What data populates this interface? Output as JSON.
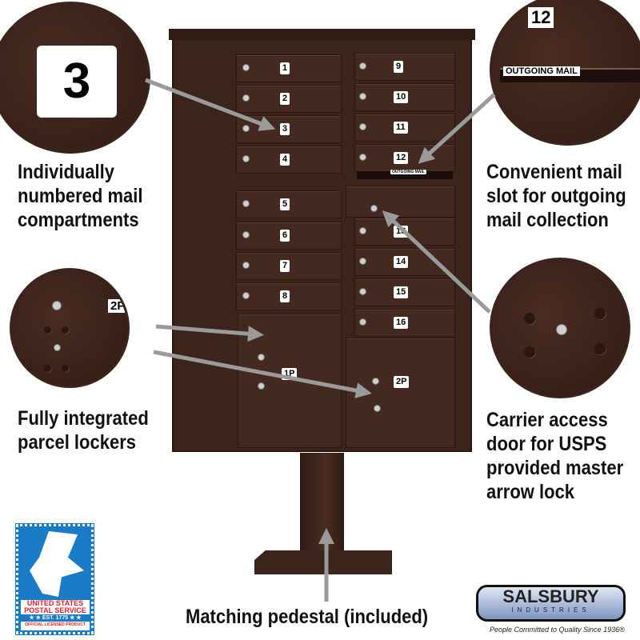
{
  "captions": {
    "numbered": [
      "Individually",
      "numbered mail",
      "compartments"
    ],
    "slot": [
      "Convenient mail",
      "slot for outgoing",
      "mail collection"
    ],
    "parcel": [
      "Fully integrated",
      "parcel lockers"
    ],
    "carrier": [
      "Carrier access",
      "door for USPS",
      "provided master",
      "arrow lock"
    ],
    "pedestal": "Matching pedestal (included)"
  },
  "callouts": {
    "number_tag": "3",
    "parcel_tag": "2P",
    "slot_tag": "12",
    "slot_label": "OUTGOING MAIL"
  },
  "mailbox": {
    "left": [
      "1",
      "2",
      "3",
      "4",
      "5",
      "6",
      "7",
      "8"
    ],
    "right": [
      "9",
      "10",
      "11",
      "12",
      "13",
      "14",
      "15",
      "16"
    ],
    "parcel_left": "1P",
    "parcel_right": "2P",
    "slot_label": "OUTGOING MAIL"
  },
  "logos": {
    "usps": {
      "line1": "UNITED STATES",
      "line2": "POSTAL SERVICE",
      "est": "★ ★ EST. 1775 ★ ★",
      "licensed": "OFFICIAL LICENSED PRODUCT"
    },
    "salsbury": {
      "name": "SALSBURY",
      "sub": "INDUSTRIES",
      "tagline": "People Committed to Quality Since 1936®"
    }
  },
  "colors": {
    "bronze": "#3b241b",
    "usps_blue": "#1a7bc6",
    "usps_red": "#e0202a",
    "arrow": "#9a9a9a"
  }
}
